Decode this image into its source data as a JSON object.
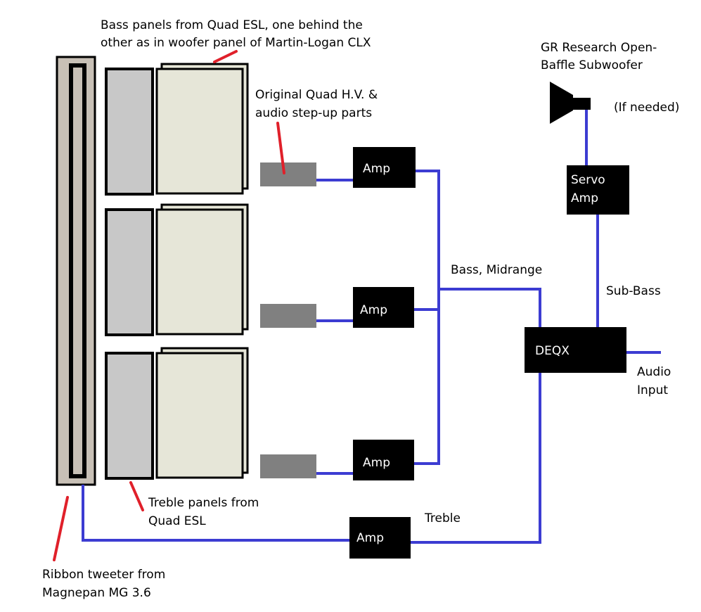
{
  "colors": {
    "wire": "#3c3cd2",
    "pointer": "#e0202a",
    "ribbon_frame": "#c8c0b6",
    "treble_panel": "#c8c8c8",
    "bass_panel": "#e6e6d8",
    "hv_box": "#808080",
    "amp_box": "#000000"
  },
  "labels": {
    "bass_panels_line1": "Bass panels from Quad ESL, one behind the",
    "bass_panels_line2": "other as in woofer panel of Martin-Logan CLX",
    "quad_hv_line1": "Original Quad H.V. &",
    "quad_hv_line2": "audio step-up parts",
    "gr_line1": "GR Research Open-",
    "gr_line2": "Baffle Subwoofer",
    "if_needed": "(If needed)",
    "servo_line1": "Servo",
    "servo_line2": "Amp",
    "bass_midrange": "Bass, Midrange",
    "sub_bass": "Sub-Bass",
    "deqx": "DEQX",
    "audio_input_line1": "Audio",
    "audio_input_line2": "Input",
    "treble_panels_line1": "Treble panels from",
    "treble_panels_line2": "Quad ESL",
    "treble": "Treble",
    "ribbon_line1": "Ribbon tweeter from",
    "ribbon_line2": "Magnepan MG 3.6",
    "amp": "Amp"
  }
}
